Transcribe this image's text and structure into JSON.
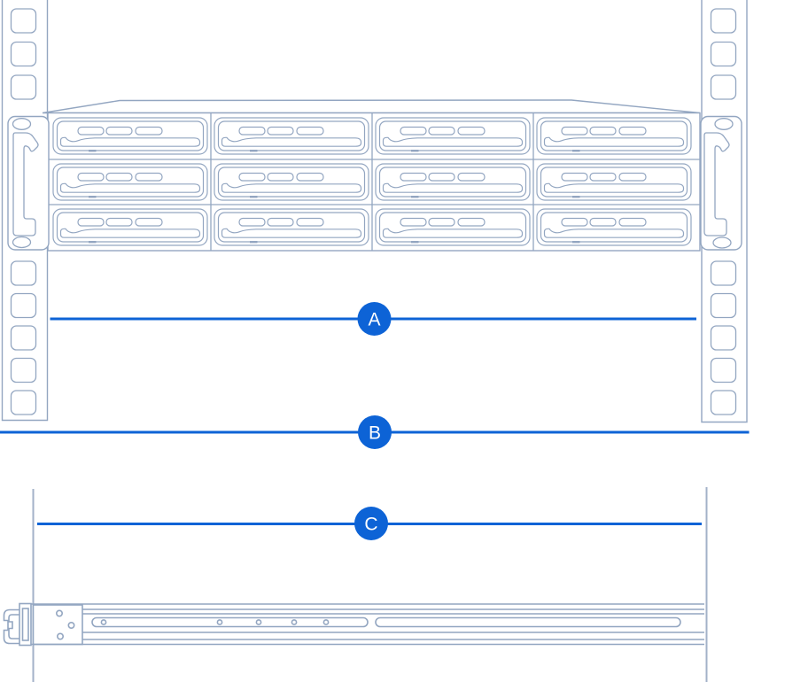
{
  "diagram": {
    "labels": {
      "a": "A",
      "b": "B",
      "c": "C"
    },
    "colors": {
      "outline": "#93a6c1",
      "outline_light": "#a3b2c8",
      "accent": "#0d63d6",
      "label_text": "#ffffff",
      "background": "#ffffff"
    }
  }
}
